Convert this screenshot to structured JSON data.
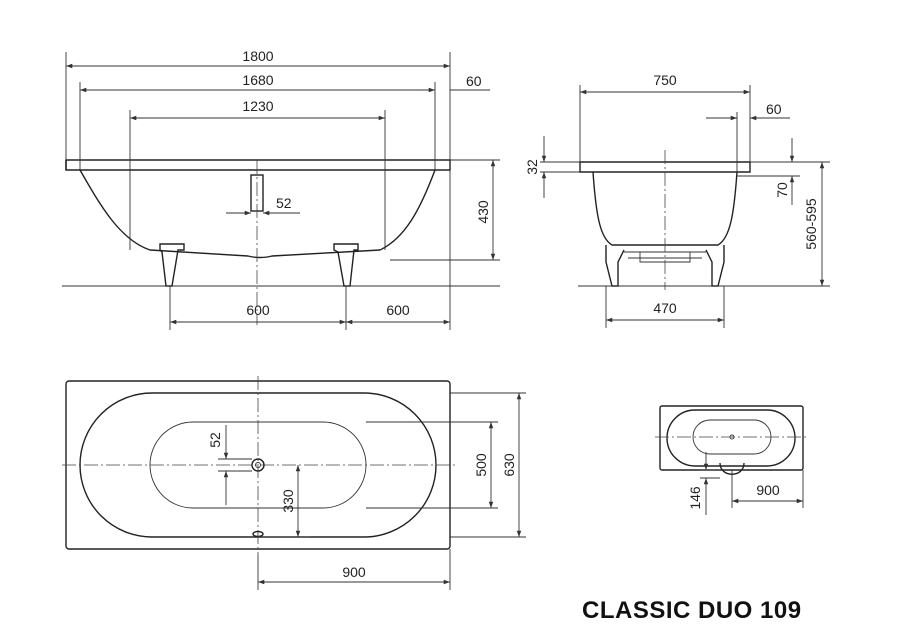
{
  "title": "CLASSIC DUO 109",
  "dimensions": {
    "side_total_length": "1800",
    "side_inner_length": "1680",
    "side_bottom_length": "1230",
    "rim_width_side": "60",
    "drain_offset": "52",
    "depth": "430",
    "leg_spacing": "600",
    "leg_to_end": "600",
    "end_total_width": "750",
    "rim_width_end": "60",
    "rim_thickness": "32",
    "rim_drop": "70",
    "height_range": "560-595",
    "end_bottom_width": "470",
    "plan_drain_offset": "52",
    "plan_drain_to_edge": "330",
    "plan_inner_width": "500",
    "plan_total_width": "630",
    "plan_drain_position": "900",
    "mini_offset": "146",
    "mini_drain_position": "900"
  }
}
